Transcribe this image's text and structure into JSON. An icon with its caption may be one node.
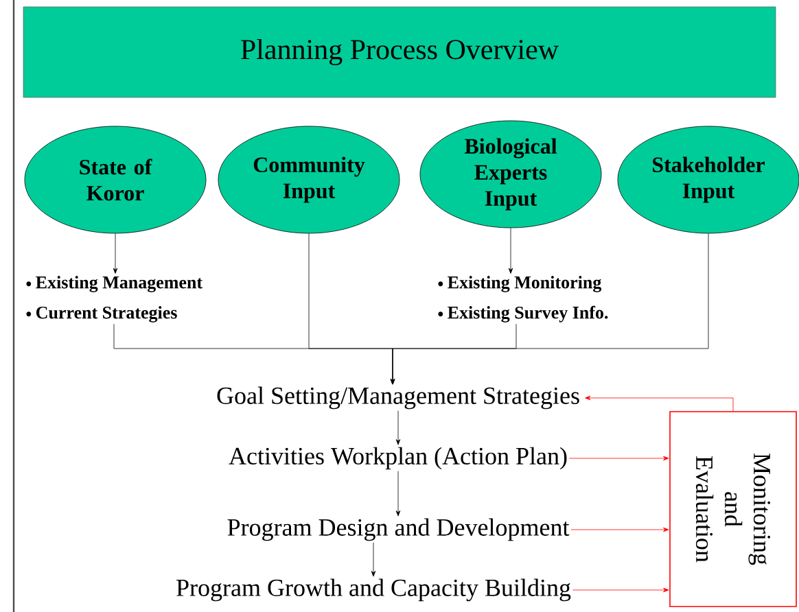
{
  "diagram": {
    "nodes": [
      {
        "text": [
          "Planning Process Overview"
        ]
      },
      {
        "text": [
          "State of Koror"
        ]
      },
      {
        "text": [
          "Community Input"
        ]
      },
      {
        "text": [
          "Biological Experts Input"
        ]
      },
      {
        "text": [
          "Stakeholder Input"
        ]
      },
      {
        "text": [
          "Existing Management",
          "Current Strategies"
        ]
      },
      {
        "text": [
          "Existing Monitoring",
          "Existing Survey Info."
        ]
      },
      {
        "text": [
          "Goal Setting/Management Strategies"
        ]
      },
      {
        "text": [
          "Activities Workplan (Action Plan)"
        ]
      },
      {
        "text": [
          "Program Design and Development"
        ]
      },
      {
        "text": [
          "Program Growth and Capacity Building"
        ]
      },
      {
        "text": [
          "Monitoring and Evaluation"
        ]
      }
    ],
    "edges": [
      {
        "from": 1,
        "to": 5,
        "arrow": "to"
      },
      {
        "from": 3,
        "to": 6,
        "arrow": "to"
      },
      {
        "from": 5,
        "to": 7,
        "arrow": "to"
      },
      {
        "from": 2,
        "to": 7,
        "arrow": "to"
      },
      {
        "from": 6,
        "to": 7,
        "arrow": "to"
      },
      {
        "from": 4,
        "to": 7,
        "arrow": "to"
      },
      {
        "from": 7,
        "to": 8,
        "arrow": "to"
      },
      {
        "from": 8,
        "to": 9,
        "arrow": "to"
      },
      {
        "from": 9,
        "to": 10,
        "arrow": "to"
      },
      {
        "from": 11,
        "to": 7,
        "arrow": "to",
        "color": "#ff0000"
      },
      {
        "from": 8,
        "to": 11,
        "arrow": "to",
        "color": "#ff0000"
      },
      {
        "from": 9,
        "to": 11,
        "arrow": "to",
        "color": "#ff0000"
      },
      {
        "from": 10,
        "to": 11,
        "arrow": "to",
        "color": "#ff0000"
      }
    ]
  }
}
